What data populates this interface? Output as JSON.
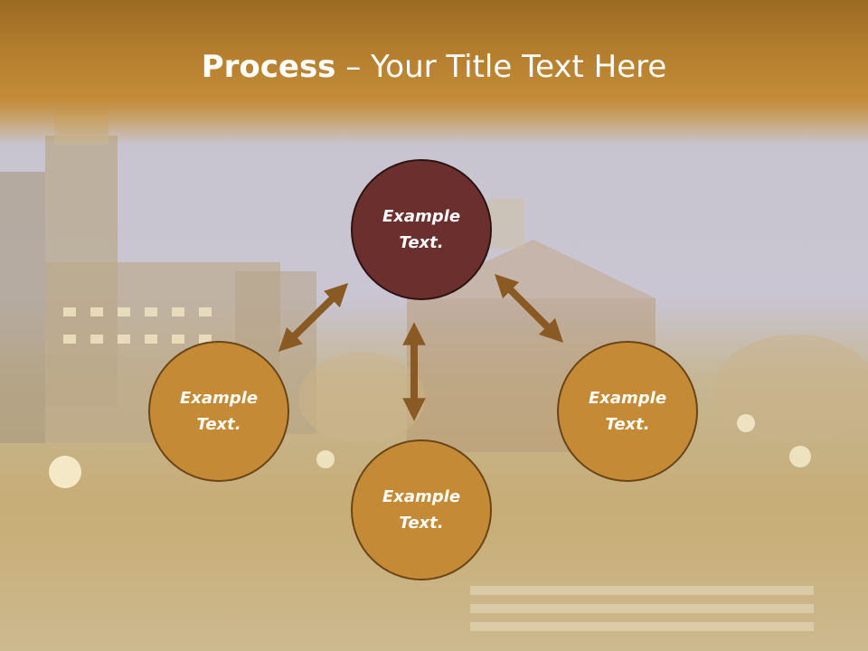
{
  "slide": {
    "title_bold": "Process",
    "title_rest": " – Your Title Text Here",
    "colors": {
      "header": "#b37d2d",
      "center_circle": "#6b2f2e",
      "outer_circle": "#c48a35",
      "arrow": "#8a5a25"
    },
    "nodes": [
      {
        "line1": "Example",
        "line2": "Text."
      },
      {
        "line1": "Example",
        "line2": "Text."
      },
      {
        "line1": "Example",
        "line2": "Text."
      },
      {
        "line1": "Example",
        "line2": "Text."
      }
    ]
  }
}
